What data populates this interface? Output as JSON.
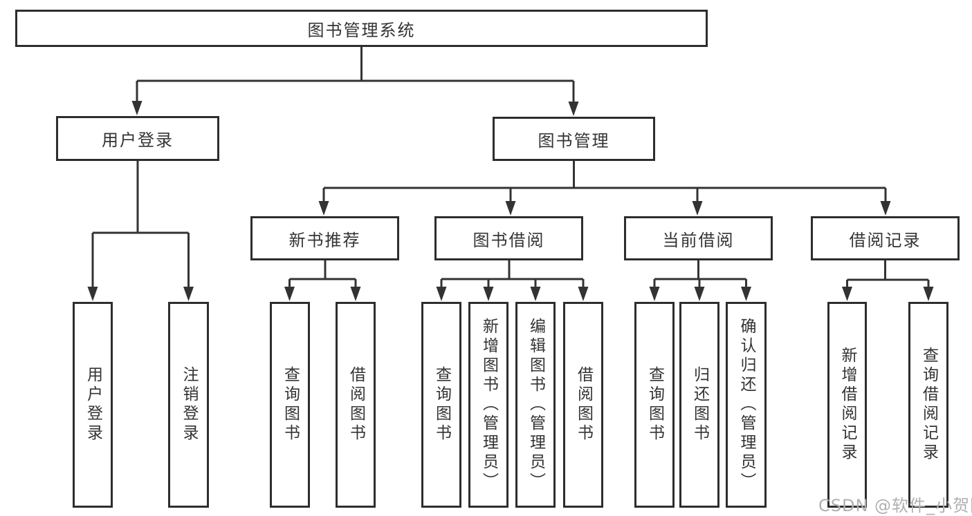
{
  "tree": {
    "root": {
      "label": "图书管理系统"
    },
    "user_branch": {
      "label": "用户登录",
      "children": [
        {
          "label": "用户登录"
        },
        {
          "label": "注销登录"
        }
      ]
    },
    "mgmt_branch": {
      "label": "图书管理",
      "sections": [
        {
          "label": "新书推荐",
          "children": [
            {
              "label": "查询图书"
            },
            {
              "label": "借阅图书"
            }
          ]
        },
        {
          "label": "图书借阅",
          "children": [
            {
              "label": "查询图书"
            },
            {
              "label": "新增图书（管理员）"
            },
            {
              "label": "编辑图书（管理员）"
            },
            {
              "label": "借阅图书"
            }
          ]
        },
        {
          "label": "当前借阅",
          "children": [
            {
              "label": "查询图书"
            },
            {
              "label": "归还图书"
            },
            {
              "label": "确认归还（管理员）"
            }
          ]
        },
        {
          "label": "借阅记录",
          "children": [
            {
              "label": "新增借阅记录"
            },
            {
              "label": "查询借阅记录"
            }
          ]
        }
      ]
    }
  },
  "watermark": "CSDN @软件_小贺同学",
  "colors": {
    "line": "#333333",
    "box_border": "#2d2d2d",
    "text": "#333333",
    "watermark_text": "#b0b0b0",
    "background": "#ffffff"
  }
}
